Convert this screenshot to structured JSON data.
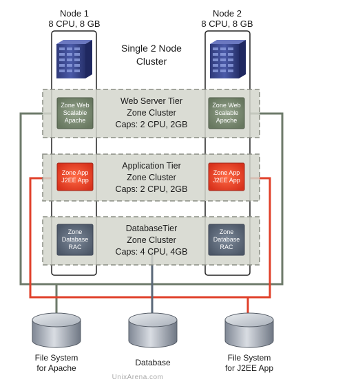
{
  "nodes": [
    {
      "name": "Node 1",
      "spec": "8 CPU, 8 GB"
    },
    {
      "name": "Node 2",
      "spec": "8 CPU, 8 GB"
    }
  ],
  "cluster_title": [
    "Single 2 Node",
    "Cluster"
  ],
  "tiers": [
    {
      "lines": [
        "Web Server Tier",
        "Zone Cluster",
        "Caps: 2 CPU, 2GB"
      ],
      "zone": [
        "Zone Web",
        "Scalable",
        "Apache"
      ],
      "zone_color": "#7a8a73"
    },
    {
      "lines": [
        "Application Tier",
        "Zone Cluster",
        "Caps: 2 CPU, 2GB"
      ],
      "zone": [
        "Zone App",
        "J2EE App"
      ],
      "zone_color": "#e8472b"
    },
    {
      "lines": [
        "DatabaseTier",
        "Zone Cluster",
        "Caps: 4 CPU, 4GB"
      ],
      "zone": [
        "Zone",
        "Database",
        "RAC"
      ],
      "zone_color": "#5f6b7d"
    }
  ],
  "storage": [
    {
      "lines": [
        "File System",
        "for Apache"
      ]
    },
    {
      "lines": [
        "Database"
      ]
    },
    {
      "lines": [
        "File System",
        "for J2EE App"
      ]
    }
  ],
  "colors": {
    "web_link": "#6d7a6a",
    "app_link": "#e0402a",
    "db_link": "#5a6878",
    "tier_band": "#d4d6cc",
    "node_outline": "#222222"
  },
  "icons": {
    "server": "server-icon",
    "disk": "database-disk-icon"
  },
  "watermark": "UnixArena.com"
}
